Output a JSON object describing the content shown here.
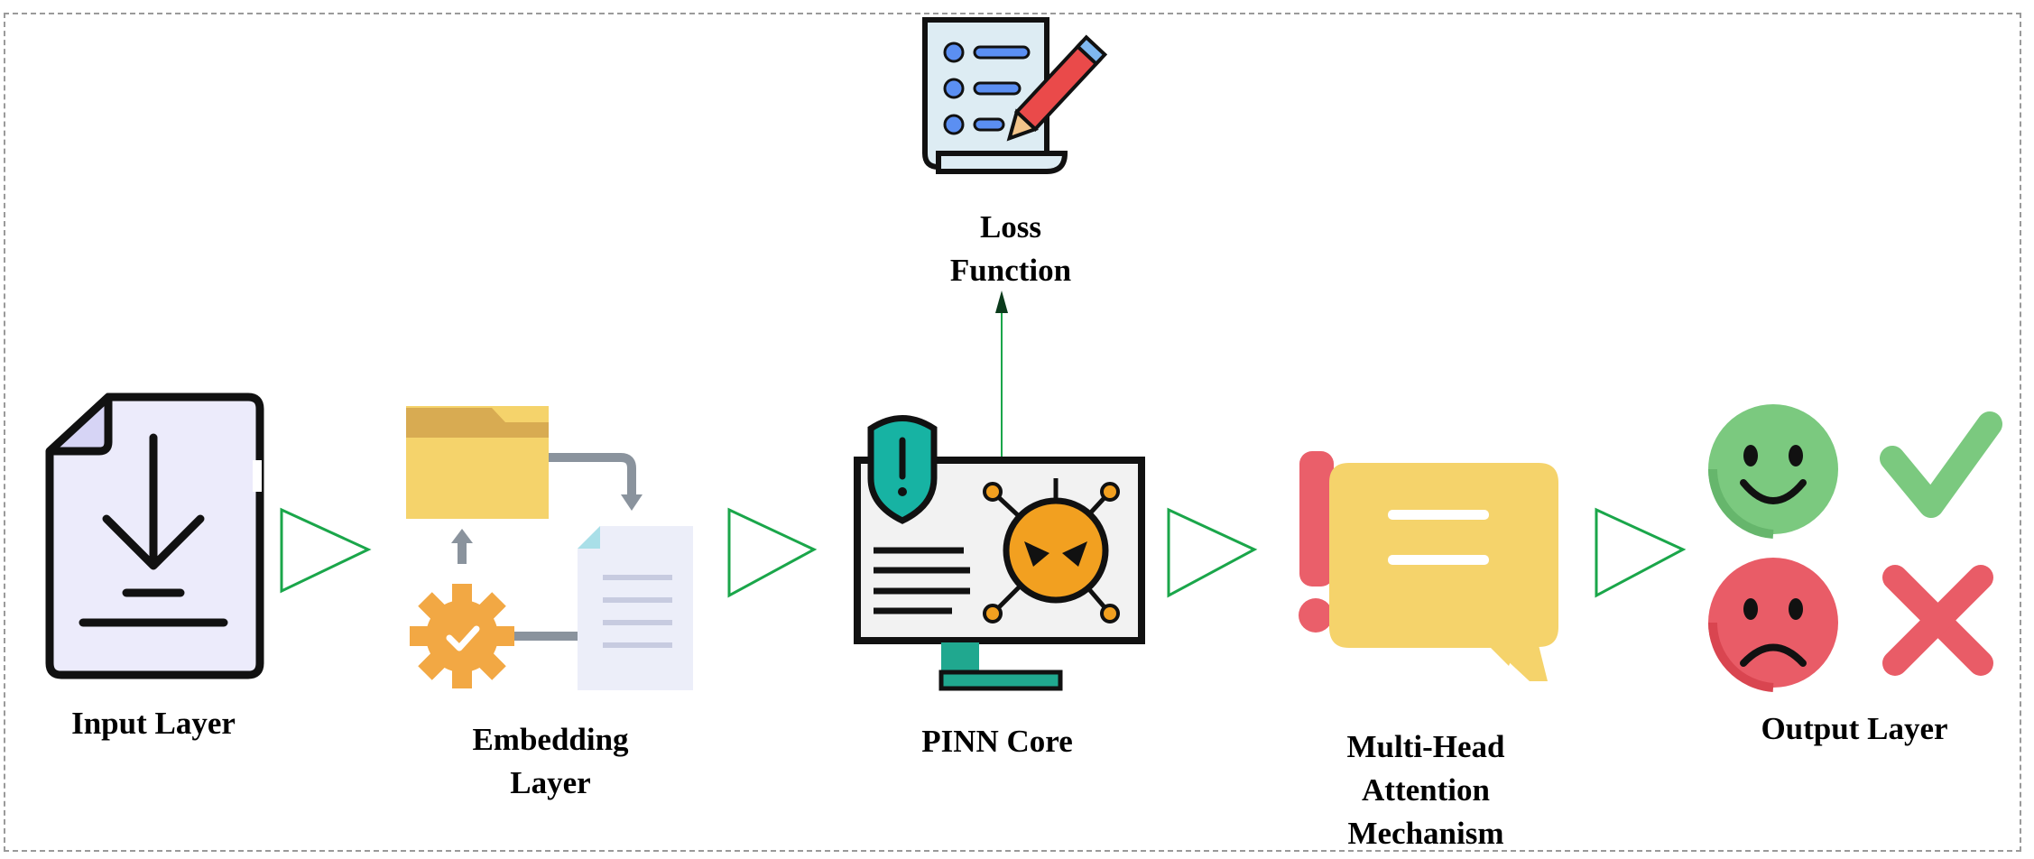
{
  "stages": {
    "input": {
      "label": "Input Layer"
    },
    "embedding": {
      "lines": [
        "Embedding",
        "Layer"
      ]
    },
    "pinn": {
      "label": "PINN Core"
    },
    "attention": {
      "lines": [
        "Multi-Head",
        "Attention",
        "Mechanism"
      ]
    },
    "output": {
      "label": "Output Layer"
    }
  },
  "loss": {
    "lines": [
      "Loss",
      "Function"
    ]
  },
  "icons": {
    "input": "file-download-icon",
    "embedding": "folder-gear-document-icon",
    "pinn": "monitor-virus-shield-icon",
    "attention": "alert-speech-bubble-icon",
    "output": "happy-sad-check-cross-icon",
    "loss": "checklist-pencil-icon"
  },
  "colors": {
    "arrow": "#1aa64a",
    "teal": "#17b3a3",
    "orange": "#f2a020",
    "yellow": "#f5d36b",
    "red": "#ea5f6a",
    "green": "#7bc97f"
  }
}
